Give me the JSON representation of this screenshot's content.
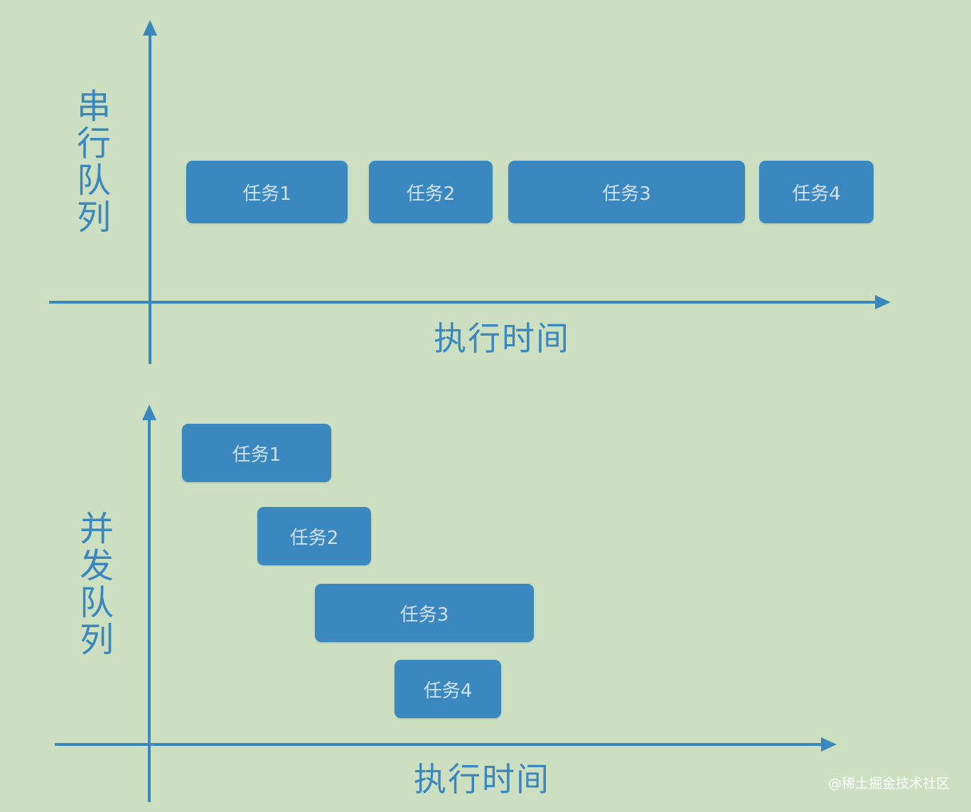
{
  "colors": {
    "background": "#cddfc1",
    "axis": "#3a87bd",
    "task_fill": "#3a88bf",
    "task_text": "#cfe1ee"
  },
  "serial": {
    "ylabel": "串行队列",
    "xlabel": "执行时间",
    "tasks": [
      "任务1",
      "任务2",
      "任务3",
      "任务4"
    ]
  },
  "concurrent": {
    "ylabel": "并发队列",
    "xlabel": "执行时间",
    "tasks": [
      "任务1",
      "任务2",
      "任务3",
      "任务4"
    ]
  },
  "watermark": "@稀土掘金技术社区"
}
